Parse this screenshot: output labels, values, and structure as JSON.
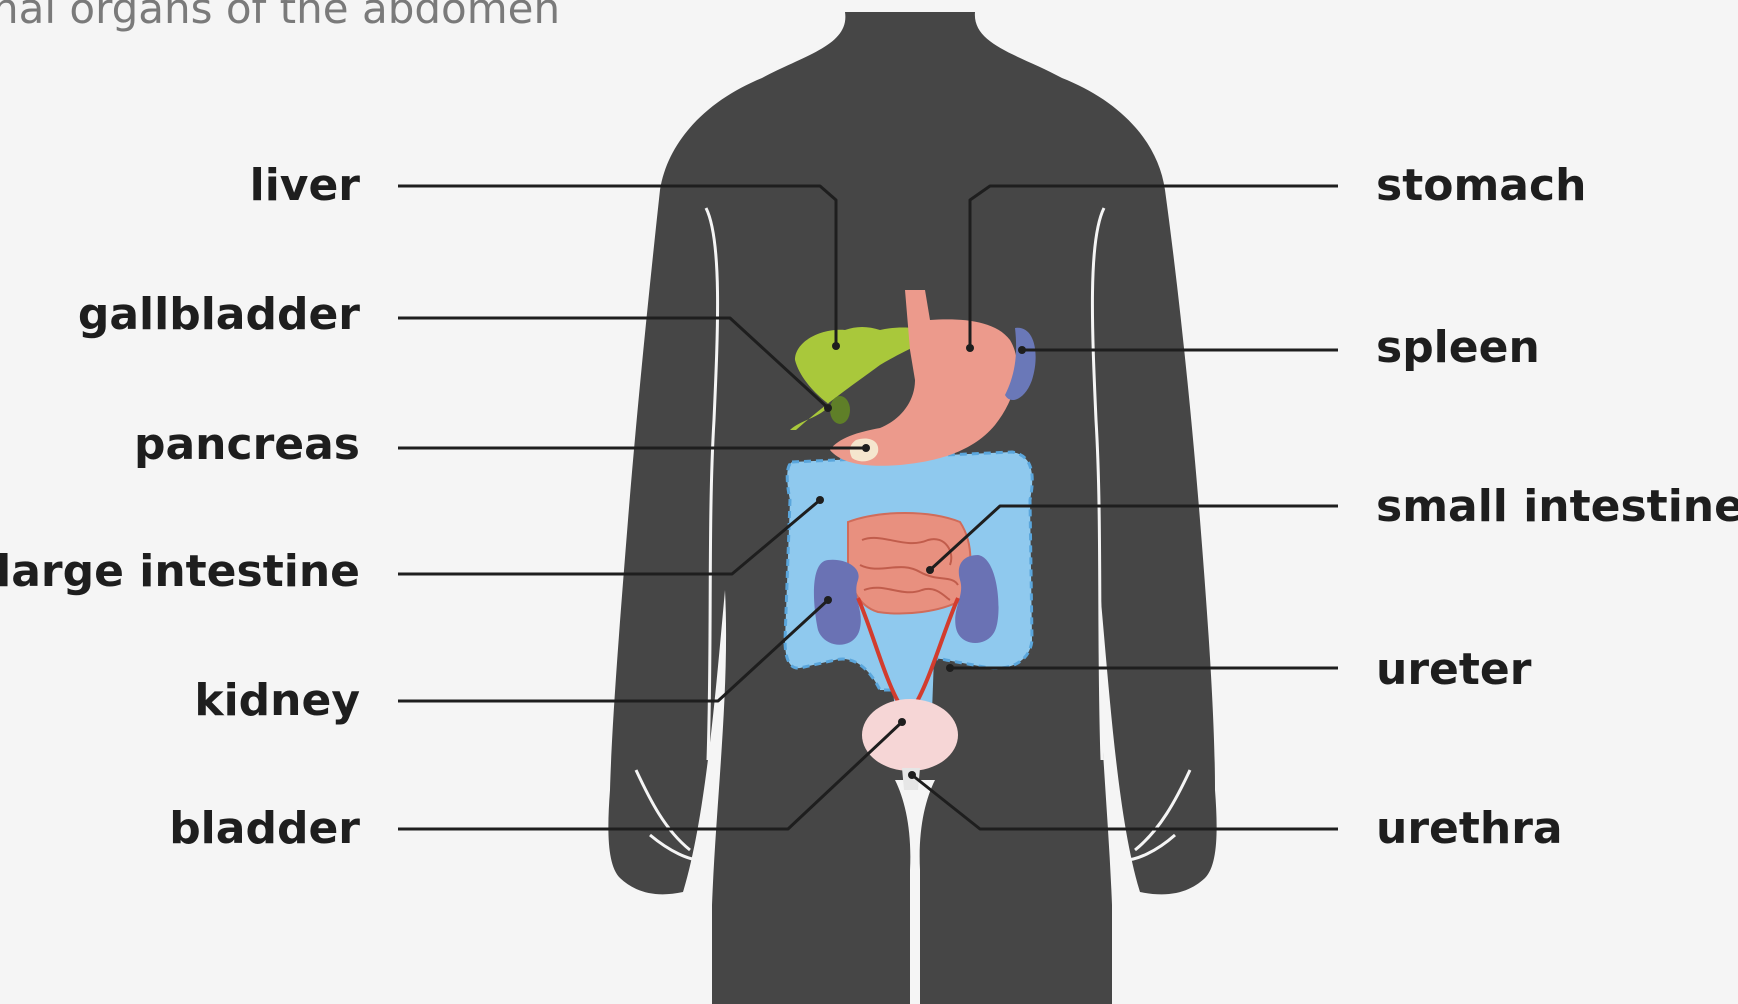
{
  "title": "nal organs of the abdomen",
  "labels": {
    "liver": "liver",
    "gallbladder": "gallbladder",
    "pancreas": "pancreas",
    "large_intestine": "large intestine",
    "kidney": "kidney",
    "bladder": "bladder",
    "stomach": "stomach",
    "spleen": "spleen",
    "small_intestine": "small intestine",
    "ureter": "ureter",
    "urethra": "urethra"
  },
  "colors": {
    "background": "#f5f5f5",
    "body": "#464646",
    "leader_line": "#1e1e1e",
    "liver": "#a9c83b",
    "stomach": "#ec9a8c",
    "spleen": "#6a78b8",
    "large_intestine": "#8fc9ee",
    "small_intestine": "#e8907f",
    "kidney": "#6a72b4",
    "bladder": "#f6d6d6",
    "ureter": "#d23c2e"
  }
}
